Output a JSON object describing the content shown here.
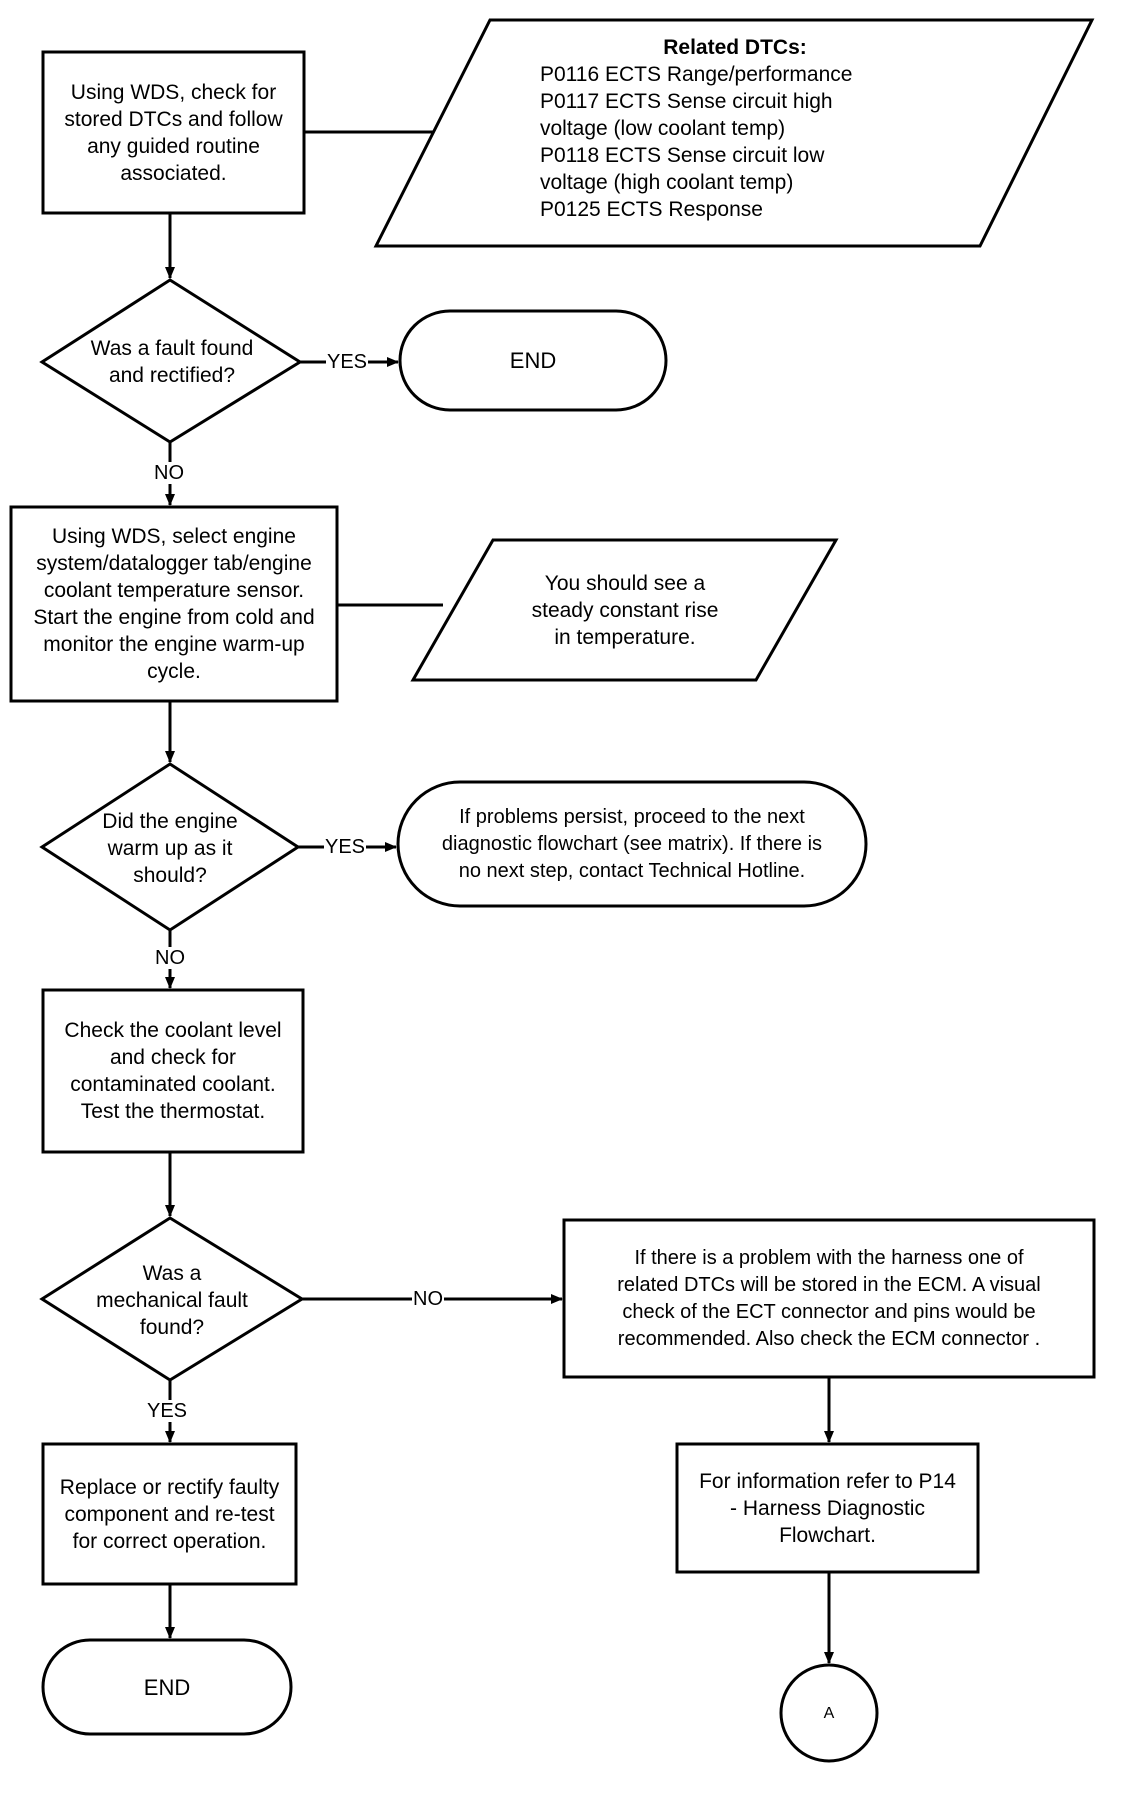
{
  "nodes": {
    "step1": "Using WDS, check for\nstored DTCs and follow\nany guided routine\nassociated.",
    "dtcs": {
      "title": "Related DTCs:",
      "lines": "P0116 ECTS Range/performance\nP0117 ECTS Sense circuit high\nvoltage (low coolant temp)\nP0118 ECTS Sense circuit low\nvoltage (high coolant temp)\nP0125 ECTS Response"
    },
    "decision1": "Was a fault found\nand rectified?",
    "end1": "END",
    "step2": "Using WDS, select engine\nsystem/datalogger tab/engine\ncoolant temperature sensor.\nStart the engine from cold and\nmonitor the engine warm-up\ncycle.",
    "note_rise": "You should see a\nsteady constant rise\nin temperature.",
    "decision2": "Did the engine\nwarm up as it\nshould?",
    "terminal_next": "If problems persist, proceed to the next\ndiagnostic flowchart (see matrix). If there is\nno next step, contact Technical Hotline.",
    "step3": "Check the coolant level\nand check for\ncontaminated coolant.\nTest the thermostat.",
    "decision3": "Was a\nmechanical fault\nfound?",
    "harness": "If there is a problem with the harness one of\nrelated DTCs will be stored in the ECM. A visual\ncheck of the ECT connector and pins would be\nrecommended. Also check the ECM connector .",
    "step4": "Replace or rectify faulty\ncomponent and re-test\nfor correct operation.",
    "refer": "For information refer to P14\n- Harness Diagnostic\nFlowchart.",
    "end2": "END",
    "connector": "A"
  },
  "edges": {
    "yes1": "YES",
    "no1": "NO",
    "yes2": "YES",
    "no2": "NO",
    "no3": "NO",
    "yes3": "YES"
  }
}
